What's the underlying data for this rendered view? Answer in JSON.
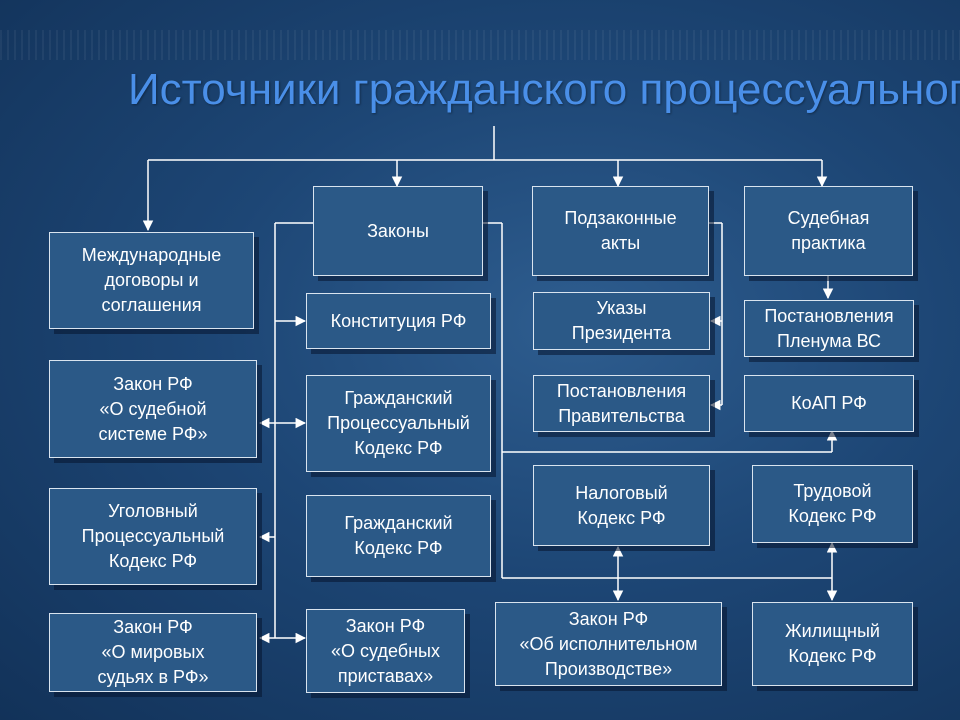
{
  "title": "Источники гражданского процессуального права",
  "nodes": {
    "international": "Международные\nдоговоры и\nсоглашения",
    "laws": "Законы",
    "bylaws": "Подзаконные\nакты",
    "judicial_practice": "Судебная\nпрактика",
    "constitution": "Конституция РФ",
    "presidential_decrees": "Указы\nПрезидента",
    "plenum_resolutions": "Постановления\nПленума ВС",
    "law_judicial_system": "Закон РФ\n«О судебной\nсистеме РФ»",
    "civil_procedure_code": "Гражданский\nПроцессуальный\nКодекс РФ",
    "government_resolutions": "Постановления\nПравительства",
    "koap": "КоАП РФ",
    "criminal_procedure_code": "Уголовный\nПроцессуальный\nКодекс РФ",
    "civil_code": "Гражданский\nКодекс РФ",
    "tax_code": "Налоговый\nКодекс РФ",
    "labor_code": "Трудовой\nКодекс РФ",
    "law_justices_of_peace": "Закон РФ\n«О мировых\nсудьях в РФ»",
    "law_bailiffs": "Закон РФ\n«О судебных\nприставах»",
    "law_enforcement_proceedings": "Закон РФ\n«Об исполнительном\nПроизводстве»",
    "housing_code": "Жилищный\nКодекс РФ"
  }
}
